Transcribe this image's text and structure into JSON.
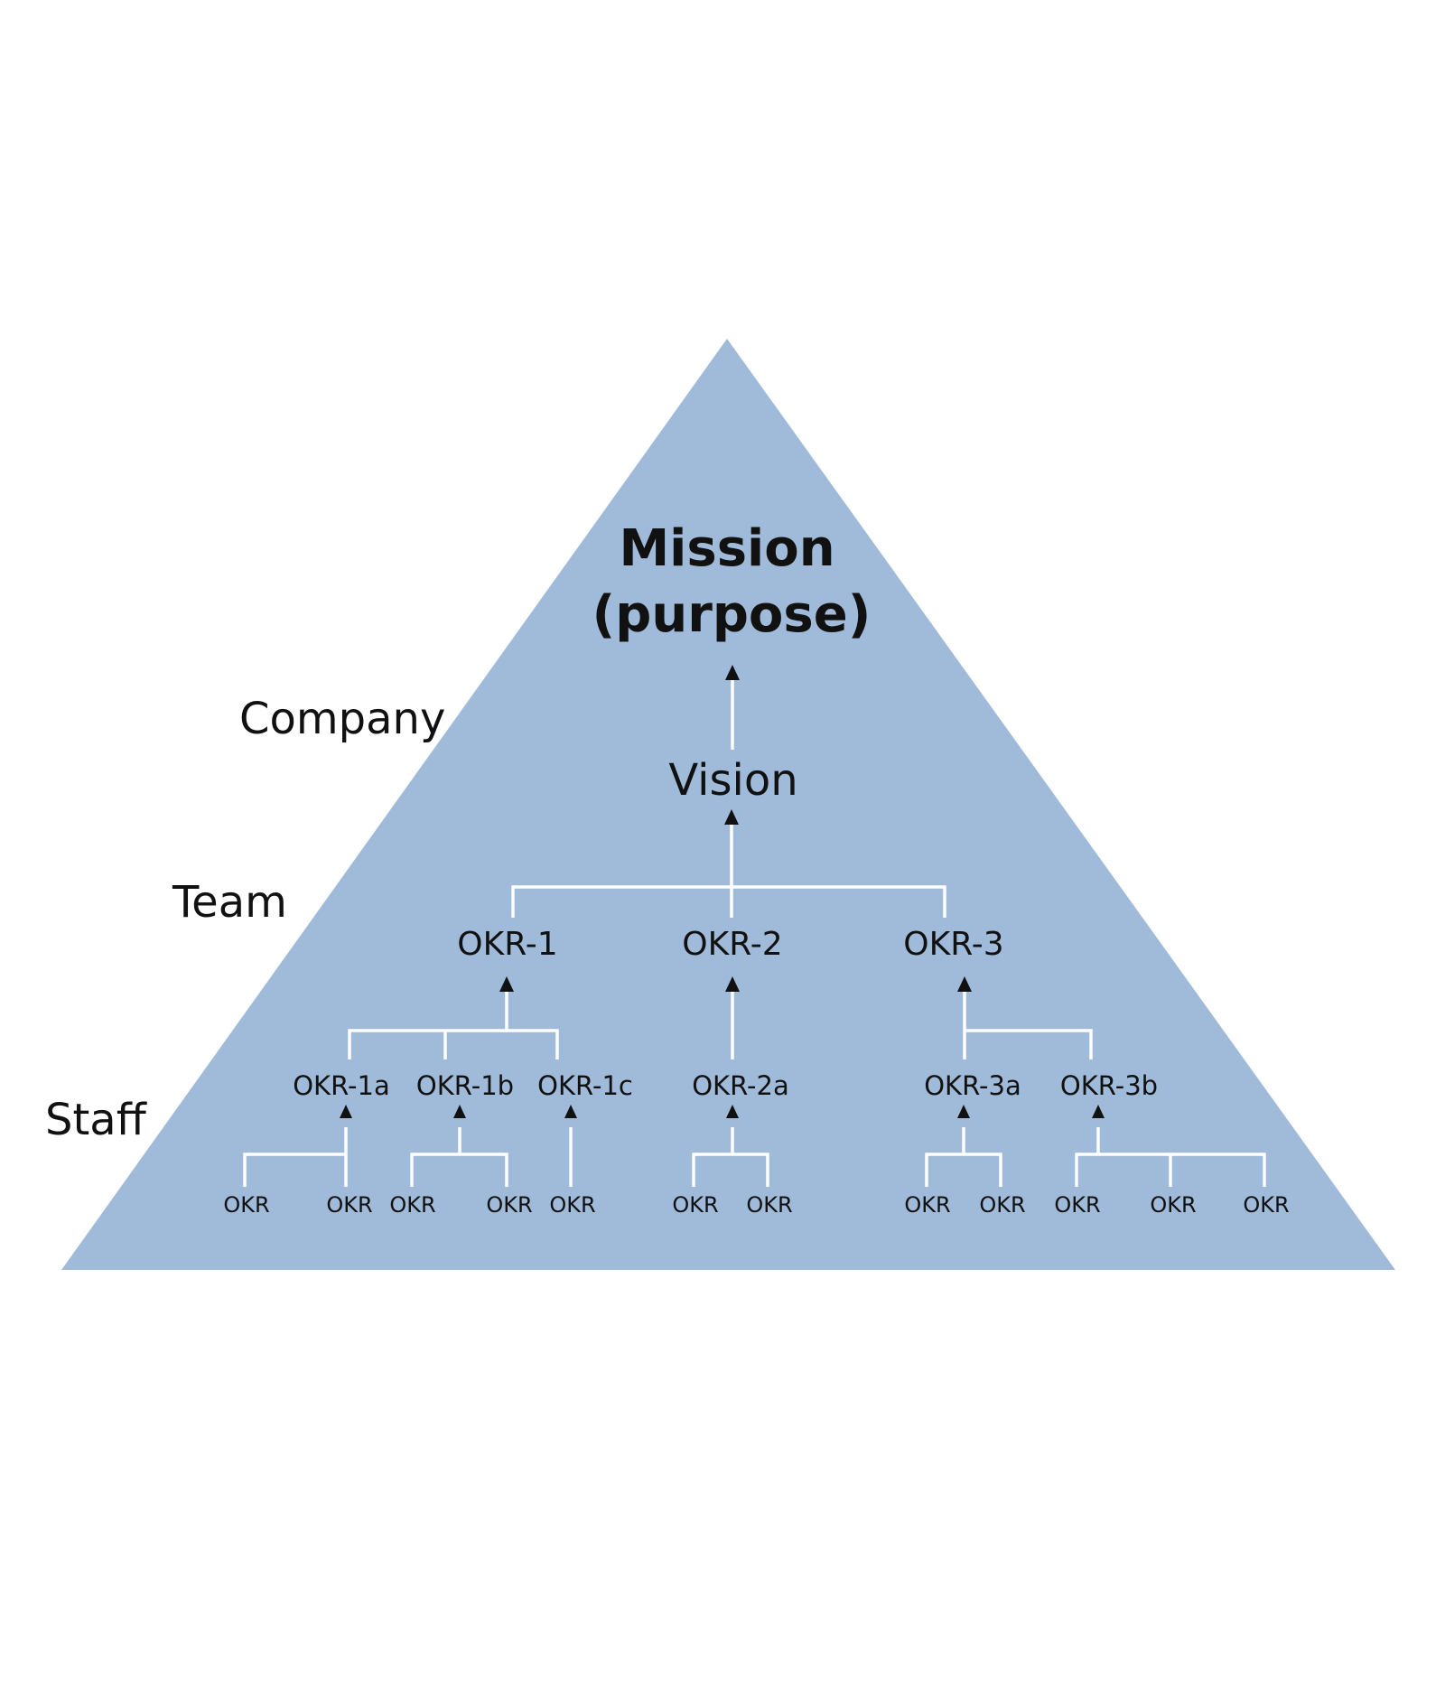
{
  "colors": {
    "pyramid_fill": "#a0bbd9",
    "connector_lines": "#ffffff",
    "arrowheads": "#111111",
    "text": "#111111",
    "background": "#ffffff"
  },
  "levels": {
    "company": "Company",
    "team": "Team",
    "staff": "Staff"
  },
  "mission": {
    "line1": "Mission",
    "line2": "(purpose)"
  },
  "vision": "Vision",
  "team_okrs": [
    "OKR-1",
    "OKR-2",
    "OKR-3"
  ],
  "staff_okrs": [
    "OKR-1a",
    "OKR-1b",
    "OKR-1c",
    "OKR-2a",
    "OKR-3a",
    "OKR-3b"
  ],
  "leaf_label": "OKR",
  "leaf_counts": {
    "OKR-1a": 2,
    "OKR-1b": 2,
    "OKR-1c": 1,
    "OKR-2a": 2,
    "OKR-3a": 2,
    "OKR-3b": 3
  }
}
